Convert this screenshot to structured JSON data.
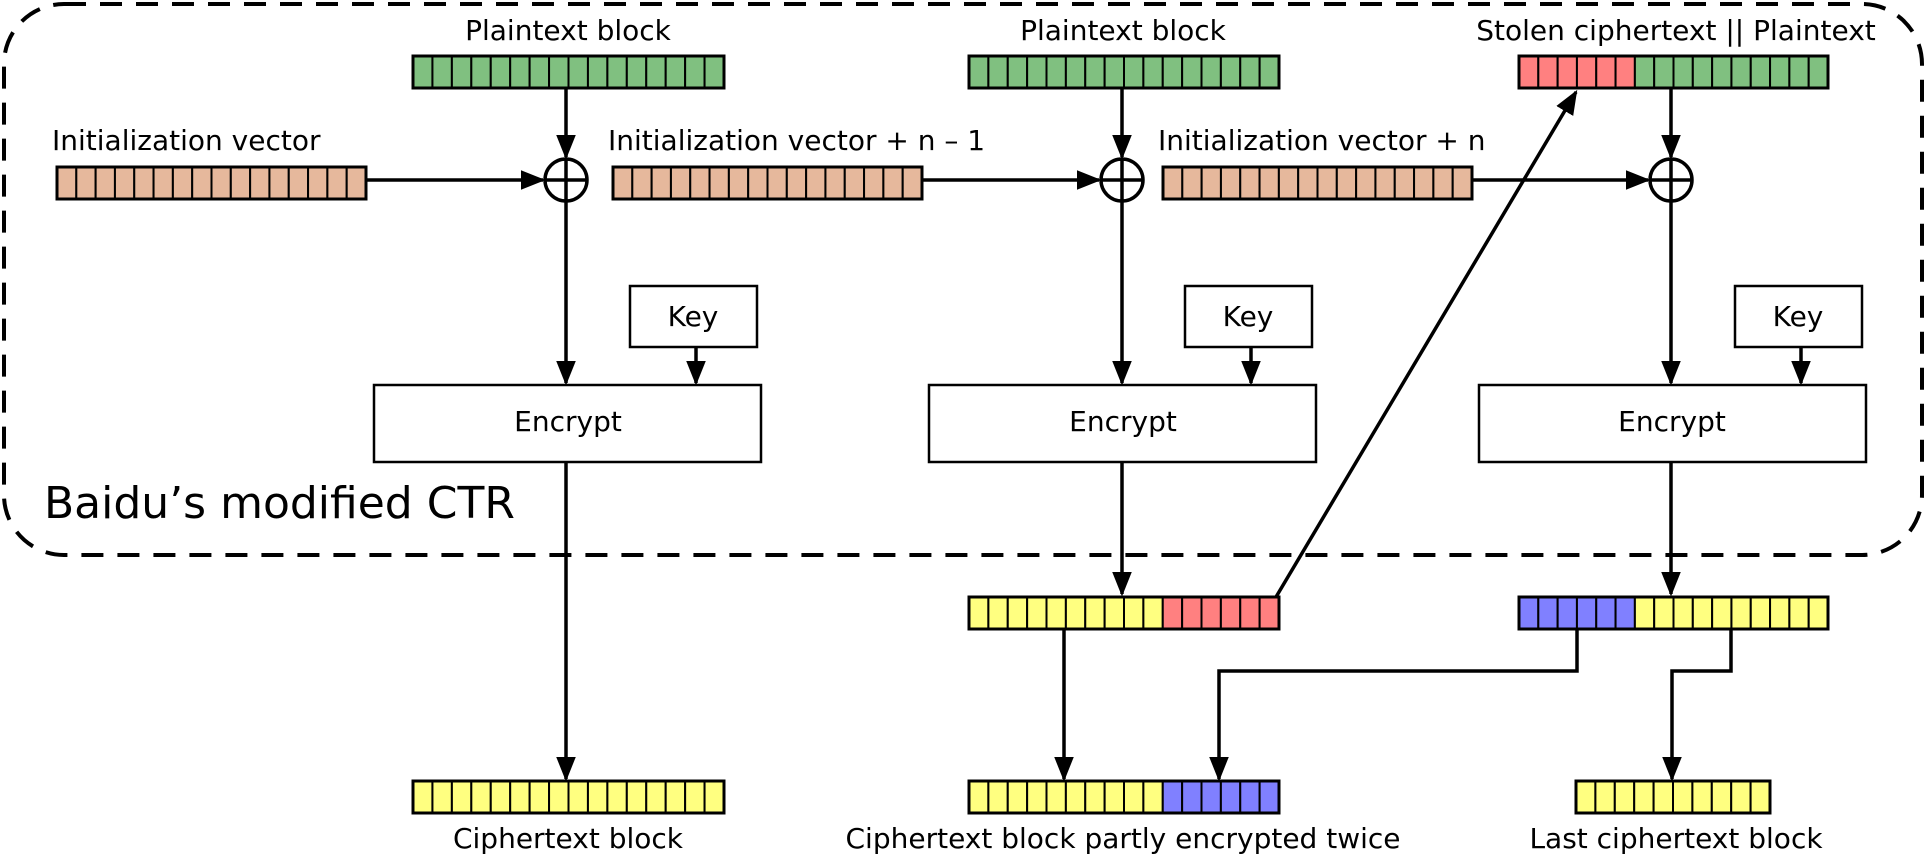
{
  "region_label": "Baidu’s modified CTR",
  "columns": [
    {
      "plaintext_label": "Plaintext block",
      "iv_label": "Initialization vector",
      "key_label": "Key",
      "encrypt_label": "Encrypt",
      "output_label": "Ciphertext block"
    },
    {
      "plaintext_label": "Plaintext block",
      "iv_label": "Initialization vector + n – 1",
      "key_label": "Key",
      "encrypt_label": "Encrypt",
      "output_label": "Ciphertext block partly encrypted twice"
    },
    {
      "plaintext_label": "Stolen ciphertext || Plaintext",
      "iv_label": "Initialization vector + n",
      "key_label": "Key",
      "encrypt_label": "Encrypt",
      "output_label": "Last ciphertext block"
    }
  ],
  "colors": {
    "plaintext": "#80c080",
    "iv": "#e6b89c",
    "ciphertext": "#ffff80",
    "stolen": "#ff8080",
    "double_encrypted": "#8080ff",
    "key_box": "#e0d8f0",
    "encrypt_box": "#cce4f0"
  }
}
